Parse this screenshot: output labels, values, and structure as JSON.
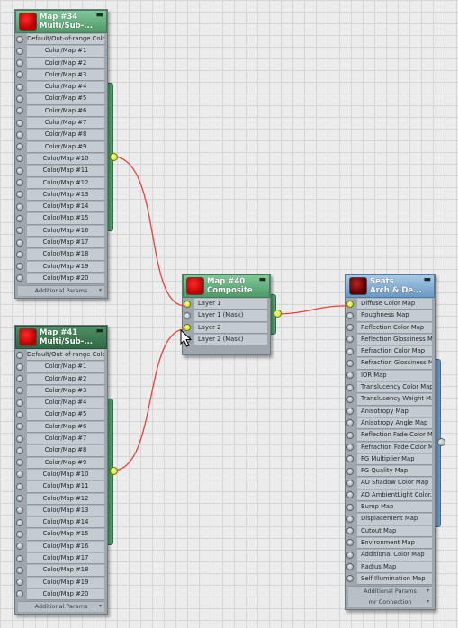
{
  "colors": {
    "wire": "#e8403e",
    "node_green": "#5aa875",
    "node_blue": "#7aa6cf",
    "socket_active": "#dde635"
  },
  "map34": {
    "title_line1": "Map #34",
    "title_line2": "Multi/Sub-...",
    "rows": [
      "Default/Out-of-range Color",
      "Color/Map #1",
      "Color/Map #2",
      "Color/Map #3",
      "Color/Map #4",
      "Color/Map #5",
      "Color/Map #6",
      "Color/Map #7",
      "Color/Map #8",
      "Color/Map #9",
      "Color/Map #10",
      "Color/Map #11",
      "Color/Map #12",
      "Color/Map #13",
      "Color/Map #14",
      "Color/Map #15",
      "Color/Map #16",
      "Color/Map #17",
      "Color/Map #18",
      "Color/Map #19",
      "Color/Map #20"
    ],
    "footer": "Additional Params"
  },
  "map41": {
    "title_line1": "Map #41",
    "title_line2": "Multi/Sub-...",
    "rows": [
      "Default/Out-of-range Color",
      "Color/Map #1",
      "Color/Map #2",
      "Color/Map #3",
      "Color/Map #4",
      "Color/Map #5",
      "Color/Map #6",
      "Color/Map #7",
      "Color/Map #8",
      "Color/Map #9",
      "Color/Map #10",
      "Color/Map #11",
      "Color/Map #12",
      "Color/Map #13",
      "Color/Map #14",
      "Color/Map #15",
      "Color/Map #16",
      "Color/Map #17",
      "Color/Map #18",
      "Color/Map #19",
      "Color/Map #20"
    ],
    "footer": "Additional Params"
  },
  "map40": {
    "title_line1": "Map #40",
    "title_line2": "Composite",
    "rows": [
      "Layer 1",
      "Layer 1 (Mask)",
      "Layer 2",
      "Layer 2 (Mask)"
    ]
  },
  "seats": {
    "title_line1": "Seats",
    "title_line2": "Arch & De...",
    "rows": [
      "Diffuse Color Map",
      "Roughness Map",
      "Reflection Color Map",
      "Reflection Glossiness Map",
      "Refraction Color Map",
      "Refraction Glossiness Map",
      "IOR Map",
      "Translucency Color Map",
      "Translucency Weight Map",
      "Anisotropy Map",
      "Anisotropy Angle Map",
      "Reflection Fade Color Map",
      "Refraction Fade Color Map",
      "FG Multiplier Map",
      "FG Quality Map",
      "AO Shadow Color Map",
      "AO AmbientLight Color...",
      "Bump Map",
      "Displacement Map",
      "Cutout Map",
      "Environment Map",
      "Additional Color Map",
      "Radius Map",
      "Self Illumination Map"
    ],
    "footer1": "Additional Params",
    "footer2": "mr Connection"
  },
  "icons": {
    "minimize": "minimize-icon",
    "expand": "expand-arrows-icon",
    "cursor": "mouse-pointer-icon"
  }
}
